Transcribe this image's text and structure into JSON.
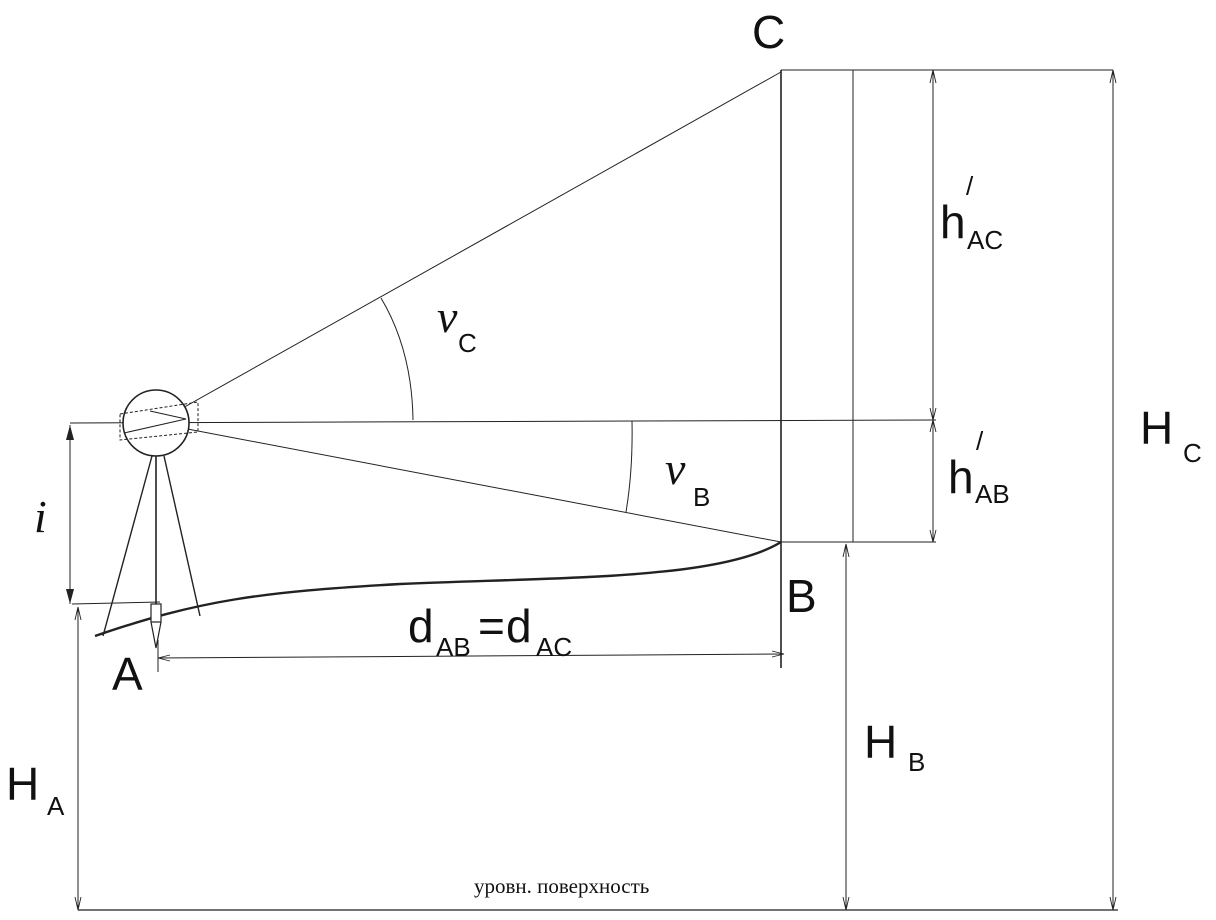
{
  "points": {
    "A": "A",
    "B": "B",
    "C": "C"
  },
  "angles": {
    "nu": "ν",
    "nu_c_sub": "C",
    "nu_b_sub": "B"
  },
  "excesses": {
    "h": "h",
    "prime": "/",
    "h_ac_sub": "AC",
    "h_ab_sub": "AB"
  },
  "heights": {
    "H": "H",
    "H_a_sub": "A",
    "H_b_sub": "B",
    "H_c_sub": "C"
  },
  "instrument": {
    "i": "i"
  },
  "distance": {
    "d1": "d",
    "d1_sub": "AB",
    "eq": "=",
    "d2": "d",
    "d2_sub": "AC"
  },
  "datum": {
    "label": "уровн. поверхность"
  }
}
